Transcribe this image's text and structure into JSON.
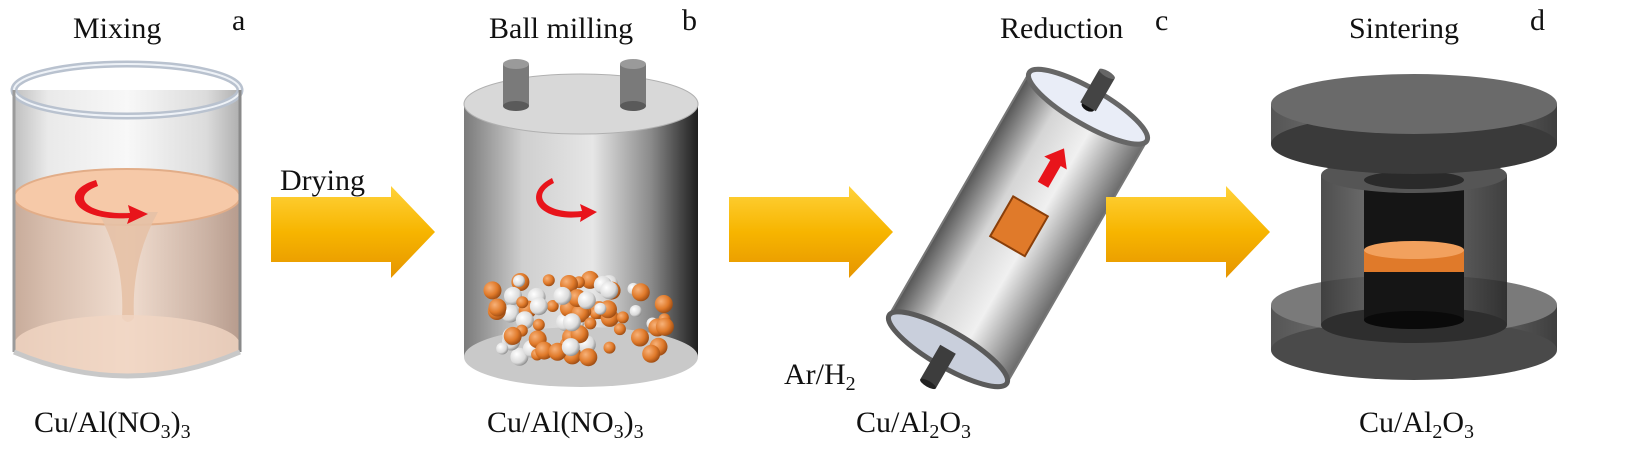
{
  "steps": [
    {
      "title": "Mixing",
      "letter": "a",
      "formula": {
        "parts": [
          "Cu/Al(NO",
          "3",
          ")",
          "3"
        ]
      }
    },
    {
      "title": "Ball milling",
      "letter": "b",
      "formula": {
        "parts": [
          "Cu/Al(NO",
          "3",
          ")",
          "3"
        ]
      }
    },
    {
      "title": "Reduction",
      "letter": "c",
      "formula": {
        "parts": [
          "Cu/Al",
          "2",
          "O",
          "3"
        ]
      }
    },
    {
      "title": "Sintering",
      "letter": "d",
      "formula": {
        "parts": [
          "Cu/Al",
          "2",
          "O",
          "3"
        ]
      }
    }
  ],
  "arrows": [
    {
      "label": "Drying"
    },
    {
      "label": ""
    },
    {
      "label": ""
    }
  ],
  "gas_label": {
    "parts": [
      "Ar/H",
      "2"
    ]
  },
  "colors": {
    "arrow": "#f7b500",
    "arrow_dark": "#e99a00",
    "rotation": "#e8141b",
    "copper": "#e07a2a",
    "liquid": "#f3c9a8",
    "steel": "#9c9c9c",
    "dark_steel": "#4a4a4a"
  }
}
